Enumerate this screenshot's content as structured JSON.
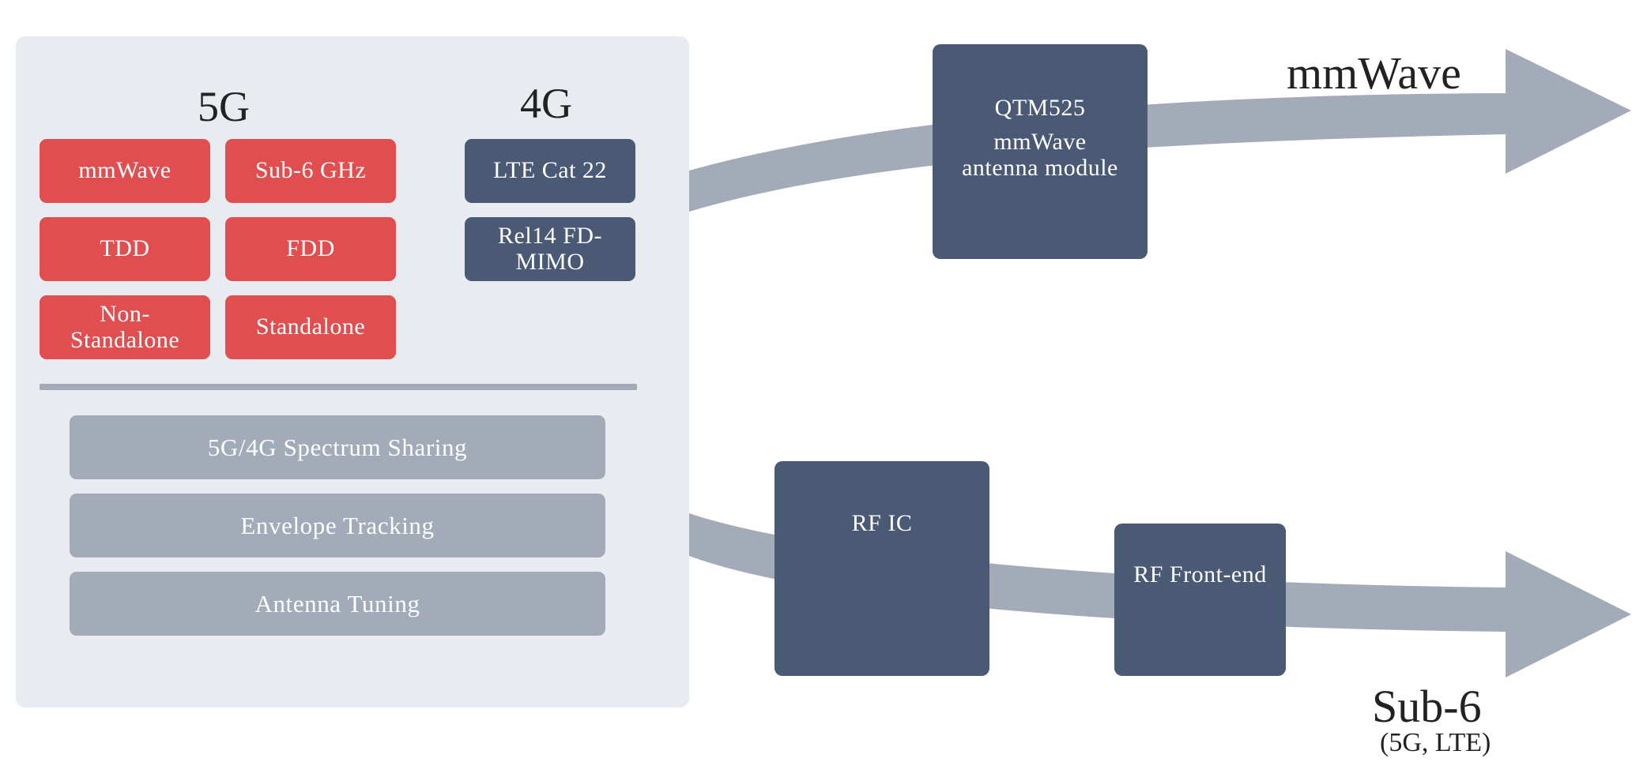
{
  "panel": {
    "heading_5g": "5G",
    "heading_4g": "4G",
    "chips_5g": [
      "mmWave",
      "Sub-6 GHz",
      "TDD",
      "FDD",
      "Non-\nStandalone",
      "Standalone"
    ],
    "chips_4g": [
      "LTE Cat 22",
      "Rel14 FD-\nMIMO"
    ],
    "features": [
      "5G/4G Spectrum Sharing",
      "Envelope Tracking",
      "Antenna Tuning"
    ]
  },
  "modules": {
    "qtm525_title": "QTM525",
    "qtm525_sub": "mmWave\nantenna module",
    "rf_ic": "RF IC",
    "rf_front_end": "RF Front-end"
  },
  "bands": {
    "mmwave": "mmWave",
    "sub6": "Sub-6",
    "sub6_note": "(5G, LTE)"
  },
  "colors": {
    "panel_bg": "#e8ebef",
    "chip_red": "#e04e50",
    "chip_navy": "#4a5a74",
    "feature_gray": "#a3abb9",
    "flow_gray": "#a3abb9"
  }
}
